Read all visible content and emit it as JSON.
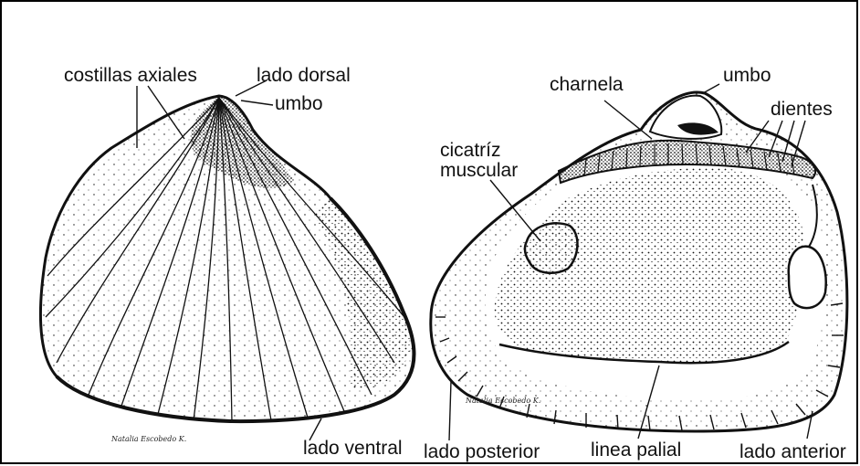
{
  "labels": {
    "costillas_axiales": "costillas axiales",
    "lado_dorsal": "lado dorsal",
    "umbo_left": "umbo",
    "lado_ventral": "lado ventral",
    "charnela": "charnela",
    "umbo_right": "umbo",
    "dientes": "dientes",
    "cicatriz_line1": "cicatríz",
    "cicatriz_line2": "muscular",
    "lado_posterior": "lado posterior",
    "linea_palial": "linea palial",
    "lado_anterior": "lado anterior"
  },
  "signatures": {
    "left": "Natalia Escobedo K.",
    "right": "Natalia Escobedo K."
  },
  "colors": {
    "ink": "#111111",
    "paper": "#ffffff",
    "frame": "#000000"
  }
}
